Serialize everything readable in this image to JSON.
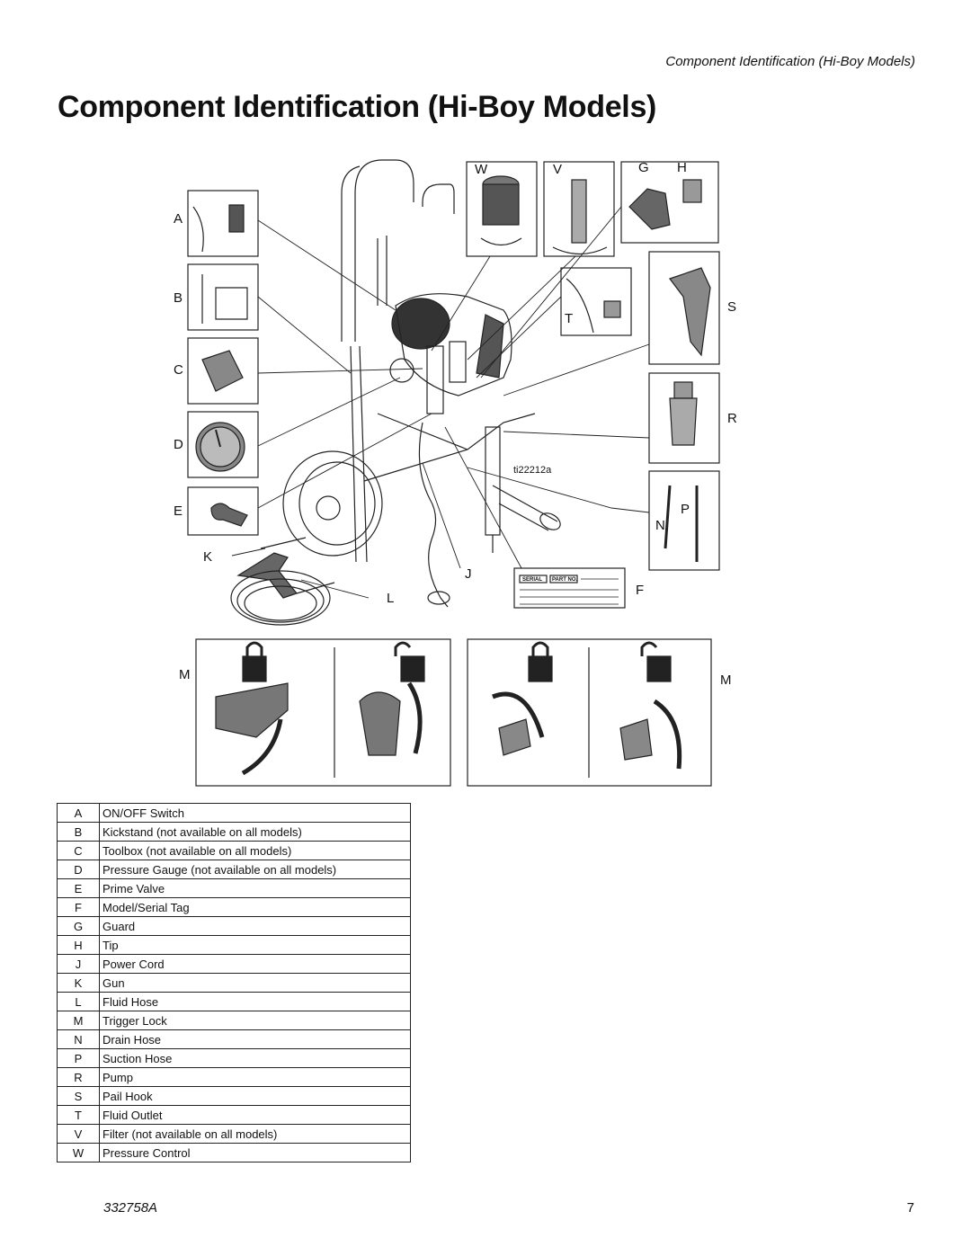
{
  "header": {
    "running_title": "Component Identification (Hi-Boy Models)"
  },
  "page_title": "Component Identification (Hi-Boy Models)",
  "figure": {
    "callouts": [
      "A",
      "B",
      "C",
      "D",
      "E",
      "K",
      "W",
      "V",
      "G",
      "H",
      "T",
      "S",
      "R",
      "N",
      "P",
      "J",
      "F",
      "L",
      "M",
      "M"
    ],
    "figure_id": "ti22212a",
    "tag_fields": {
      "serial": "SERIAL",
      "part_no": "PART NO."
    }
  },
  "legend": {
    "rows": [
      {
        "key": "A",
        "desc": "ON/OFF Switch"
      },
      {
        "key": "B",
        "desc": "Kickstand (not available on all models)"
      },
      {
        "key": "C",
        "desc": "Toolbox (not available on all models)"
      },
      {
        "key": "D",
        "desc": "Pressure Gauge (not available on all models)"
      },
      {
        "key": "E",
        "desc": "Prime Valve"
      },
      {
        "key": "F",
        "desc": "Model/Serial Tag"
      },
      {
        "key": "G",
        "desc": "Guard"
      },
      {
        "key": "H",
        "desc": "Tip"
      },
      {
        "key": "J",
        "desc": "Power Cord"
      },
      {
        "key": "K",
        "desc": "Gun"
      },
      {
        "key": "L",
        "desc": "Fluid Hose"
      },
      {
        "key": "M",
        "desc": "Trigger Lock"
      },
      {
        "key": "N",
        "desc": "Drain Hose"
      },
      {
        "key": "P",
        "desc": "Suction Hose"
      },
      {
        "key": "R",
        "desc": "Pump"
      },
      {
        "key": "S",
        "desc": "Pail Hook"
      },
      {
        "key": "T",
        "desc": "Fluid Outlet"
      },
      {
        "key": "V",
        "desc": "Filter (not available on all models)"
      },
      {
        "key": "W",
        "desc": "Pressure Control"
      }
    ]
  },
  "footer": {
    "doc_number": "332758A",
    "page_number": "7"
  }
}
